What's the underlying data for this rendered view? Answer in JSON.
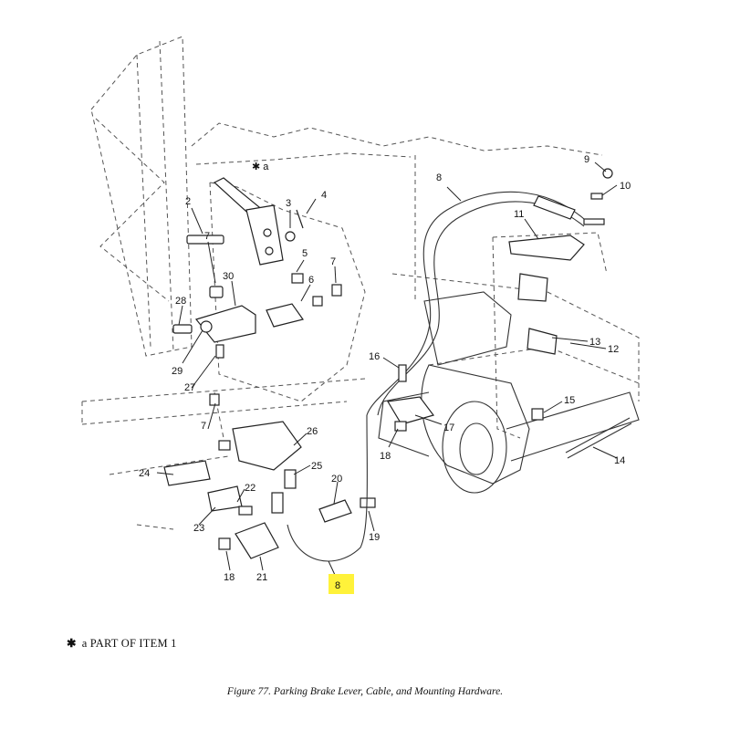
{
  "figure": {
    "caption": "Figure 77.  Parking Brake Lever, Cable, and Mounting Hardware.",
    "note_symbol": "✱",
    "note_text": "a  PART OF ITEM 1",
    "top_marker": "✱ a"
  },
  "callouts": {
    "c1": "2",
    "c2": "3",
    "c3": "4",
    "c4": "7",
    "c5": "5",
    "c6": "6",
    "c7": "7",
    "c8": "30",
    "c9": "28",
    "c10": "29",
    "c11": "27",
    "c12": "7",
    "c13": "26",
    "c14": "24",
    "c15": "25",
    "c16": "22",
    "c17": "23",
    "c18": "20",
    "c19": "19",
    "c20": "18",
    "c21": "21",
    "c22": "8",
    "c23": "8",
    "c24": "9",
    "c25": "10",
    "c26": "11",
    "c27": "13",
    "c28": "12",
    "c29": "16",
    "c30": "17",
    "c31": "18",
    "c32": "15",
    "c33": "14"
  },
  "highlight_color": "#fff23a"
}
